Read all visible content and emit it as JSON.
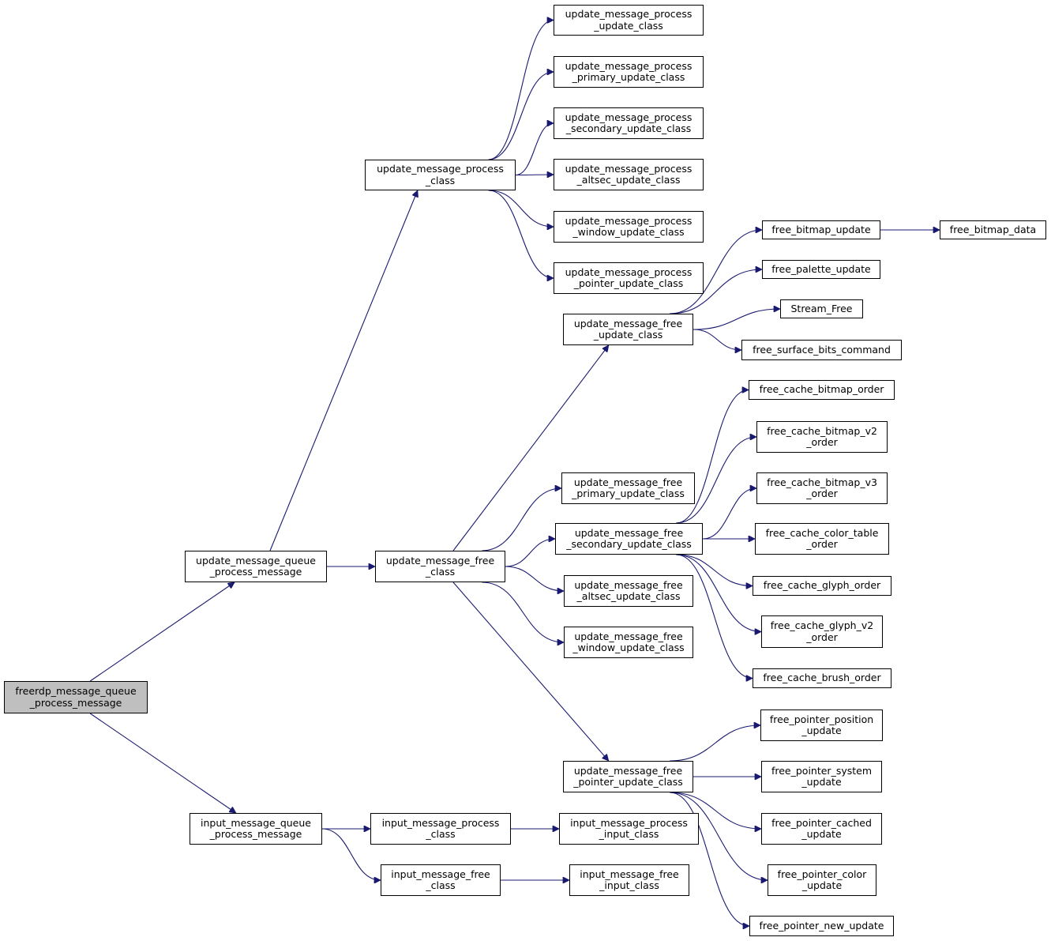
{
  "diagram": {
    "edge_color": "#191970",
    "root_fill": "#bfbfbf",
    "nodes": {
      "n0": {
        "lines": [
          "freerdp_message_queue",
          "_process_message"
        ]
      },
      "n1": {
        "lines": [
          "update_message_queue",
          "_process_message"
        ]
      },
      "n2": {
        "lines": [
          "input_message_queue",
          "_process_message"
        ]
      },
      "n3": {
        "lines": [
          "update_message_process",
          "_class"
        ]
      },
      "n4": {
        "lines": [
          "update_message_free",
          "_class"
        ]
      },
      "n5": {
        "lines": [
          "input_message_process",
          "_class"
        ]
      },
      "n6": {
        "lines": [
          "input_message_free",
          "_class"
        ]
      },
      "n7": {
        "lines": [
          "update_message_process",
          "_update_class"
        ]
      },
      "n8": {
        "lines": [
          "update_message_process",
          "_primary_update_class"
        ]
      },
      "n9": {
        "lines": [
          "update_message_process",
          "_secondary_update_class"
        ]
      },
      "n10": {
        "lines": [
          "update_message_process",
          "_altsec_update_class"
        ]
      },
      "n11": {
        "lines": [
          "update_message_process",
          "_window_update_class"
        ]
      },
      "n12": {
        "lines": [
          "update_message_process",
          "_pointer_update_class"
        ]
      },
      "n13": {
        "lines": [
          "update_message_free",
          "_update_class"
        ]
      },
      "n14": {
        "lines": [
          "update_message_free",
          "_primary_update_class"
        ]
      },
      "n15": {
        "lines": [
          "update_message_free",
          "_secondary_update_class"
        ]
      },
      "n16": {
        "lines": [
          "update_message_free",
          "_altsec_update_class"
        ]
      },
      "n17": {
        "lines": [
          "update_message_free",
          "_window_update_class"
        ]
      },
      "n18": {
        "lines": [
          "update_message_free",
          "_pointer_update_class"
        ]
      },
      "n19": {
        "lines": [
          "input_message_process",
          "_input_class"
        ]
      },
      "n20": {
        "lines": [
          "input_message_free",
          "_input_class"
        ]
      },
      "n21": {
        "lines": [
          "free_bitmap_update"
        ]
      },
      "n22": {
        "lines": [
          "free_bitmap_data"
        ]
      },
      "n23": {
        "lines": [
          "free_palette_update"
        ]
      },
      "n24": {
        "lines": [
          "Stream_Free"
        ]
      },
      "n25": {
        "lines": [
          "free_surface_bits_command"
        ]
      },
      "n26": {
        "lines": [
          "free_cache_bitmap_order"
        ]
      },
      "n27": {
        "lines": [
          "free_cache_bitmap_v2",
          "_order"
        ]
      },
      "n28": {
        "lines": [
          "free_cache_bitmap_v3",
          "_order"
        ]
      },
      "n29": {
        "lines": [
          "free_cache_color_table",
          "_order"
        ]
      },
      "n30": {
        "lines": [
          "free_cache_glyph_order"
        ]
      },
      "n31": {
        "lines": [
          "free_cache_glyph_v2",
          "_order"
        ]
      },
      "n32": {
        "lines": [
          "free_cache_brush_order"
        ]
      },
      "n33": {
        "lines": [
          "free_pointer_position",
          "_update"
        ]
      },
      "n34": {
        "lines": [
          "free_pointer_system",
          "_update"
        ]
      },
      "n35": {
        "lines": [
          "free_pointer_cached",
          "_update"
        ]
      },
      "n36": {
        "lines": [
          "free_pointer_color",
          "_update"
        ]
      },
      "n37": {
        "lines": [
          "free_pointer_new_update"
        ]
      }
    },
    "edges": [
      [
        "n0",
        "n1"
      ],
      [
        "n0",
        "n2"
      ],
      [
        "n1",
        "n3"
      ],
      [
        "n1",
        "n4"
      ],
      [
        "n2",
        "n5"
      ],
      [
        "n2",
        "n6"
      ],
      [
        "n3",
        "n7"
      ],
      [
        "n3",
        "n8"
      ],
      [
        "n3",
        "n9"
      ],
      [
        "n3",
        "n10"
      ],
      [
        "n3",
        "n11"
      ],
      [
        "n3",
        "n12"
      ],
      [
        "n4",
        "n13"
      ],
      [
        "n4",
        "n14"
      ],
      [
        "n4",
        "n15"
      ],
      [
        "n4",
        "n16"
      ],
      [
        "n4",
        "n17"
      ],
      [
        "n4",
        "n18"
      ],
      [
        "n5",
        "n19"
      ],
      [
        "n6",
        "n20"
      ],
      [
        "n13",
        "n21"
      ],
      [
        "n13",
        "n23"
      ],
      [
        "n13",
        "n24"
      ],
      [
        "n13",
        "n25"
      ],
      [
        "n21",
        "n22"
      ],
      [
        "n15",
        "n26"
      ],
      [
        "n15",
        "n27"
      ],
      [
        "n15",
        "n28"
      ],
      [
        "n15",
        "n29"
      ],
      [
        "n15",
        "n30"
      ],
      [
        "n15",
        "n31"
      ],
      [
        "n15",
        "n32"
      ],
      [
        "n18",
        "n33"
      ],
      [
        "n18",
        "n34"
      ],
      [
        "n18",
        "n35"
      ],
      [
        "n18",
        "n36"
      ],
      [
        "n18",
        "n37"
      ]
    ]
  }
}
